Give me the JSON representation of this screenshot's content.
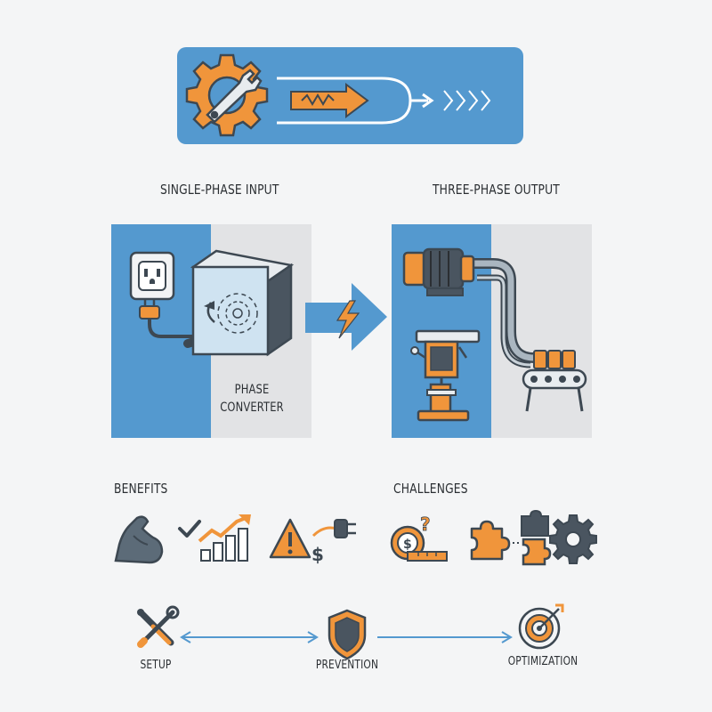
{
  "colors": {
    "blue": "#5499cf",
    "orange": "#f0953b",
    "dark": "#3d4852",
    "panel_gray": "#e2e3e5"
  },
  "header": {
    "icons": [
      "gear-wrench-icon",
      "wave-arrow-icon",
      "chevrons-icon"
    ]
  },
  "input_panel": {
    "title": "SINGLE-PHASE INPUT",
    "converter_label": "PHASE CONVERTER",
    "icons": [
      "wall-outlet-icon",
      "plug-cable-icon",
      "phase-converter-box-icon"
    ]
  },
  "output_panel": {
    "title": "THREE-PHASE OUTPUT",
    "icons": [
      "electric-motor-icon",
      "drill-press-icon",
      "conveyor-icon"
    ]
  },
  "flow_arrow_icon": "lightning-arrow-icon",
  "benefits": {
    "title": "BENEFITS",
    "icons": [
      "strength-icon",
      "checkmark-icon",
      "growth-chart-icon",
      "warning-icon",
      "plug-cost-icon"
    ]
  },
  "challenges": {
    "title": "CHALLENGES",
    "icons": [
      "cost-question-icon",
      "puzzle-icon",
      "puzzle-gear-icon"
    ]
  },
  "steps": [
    {
      "label": "SETUP",
      "icon": "tools-icon"
    },
    {
      "label": "PREVENTION",
      "icon": "shield-icon"
    },
    {
      "label": "OPTIMIZATION",
      "icon": "target-icon"
    }
  ]
}
